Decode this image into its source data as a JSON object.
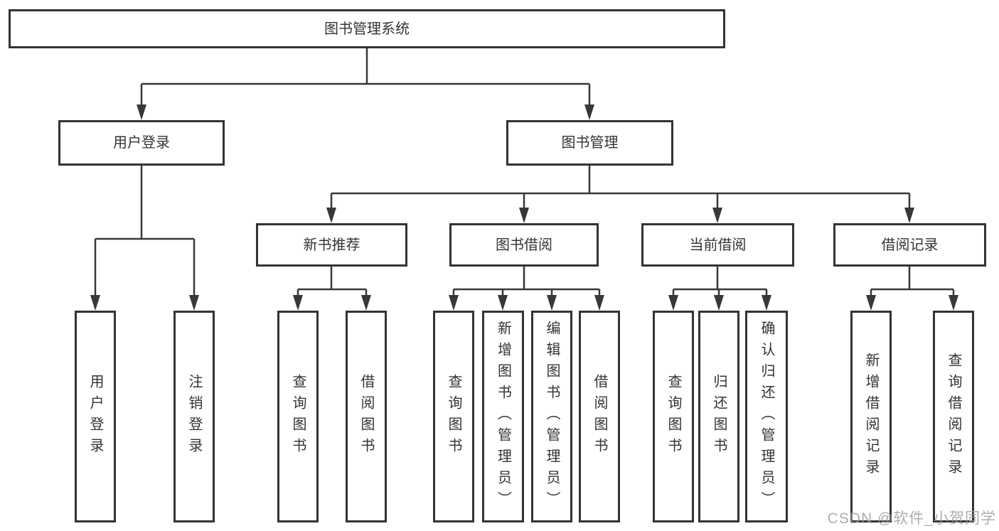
{
  "tree": {
    "label": "图书管理系统",
    "children": [
      {
        "label": "用户登录",
        "children": [
          {
            "label": "用户登录"
          },
          {
            "label": "注销登录"
          }
        ]
      },
      {
        "label": "图书管理",
        "children": [
          {
            "label": "新书推荐",
            "children": [
              {
                "label": "查询图书"
              },
              {
                "label": "借阅图书"
              }
            ]
          },
          {
            "label": "图书借阅",
            "children": [
              {
                "label": "查询图书"
              },
              {
                "label": "新增图书（管理员）"
              },
              {
                "label": "编辑图书（管理员）"
              },
              {
                "label": "借阅图书"
              }
            ]
          },
          {
            "label": "当前借阅",
            "children": [
              {
                "label": "查询图书"
              },
              {
                "label": "归还图书"
              },
              {
                "label": "确认归还（管理员）"
              }
            ]
          },
          {
            "label": "借阅记录",
            "children": [
              {
                "label": "新增借阅记录"
              },
              {
                "label": "查询借阅记录"
              }
            ]
          }
        ]
      }
    ]
  },
  "watermark": "CSDN @软件_小贺同学",
  "colors": {
    "line": "#383838",
    "box_border": "#333333",
    "text": "#333333",
    "watermark": "#9e9e9e",
    "background": "#ffffff"
  }
}
